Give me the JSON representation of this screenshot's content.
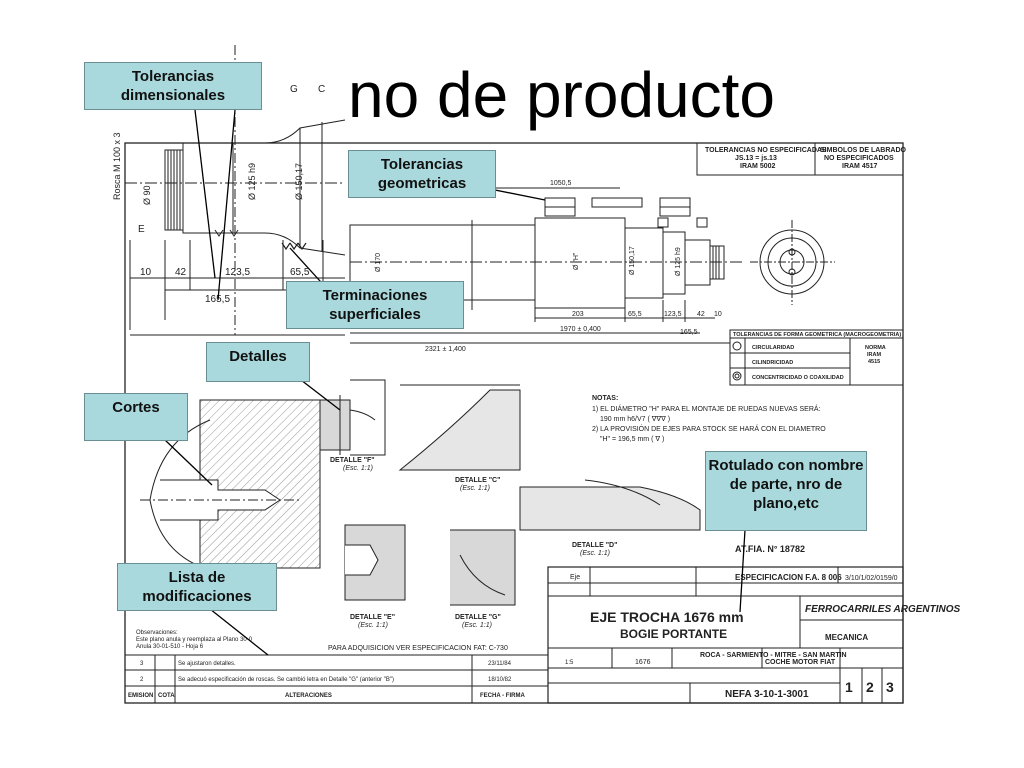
{
  "title": "no de producto",
  "callouts": {
    "dimensional": "Tolerancias dimensionales",
    "geometric": "Tolerancias geometricas",
    "surface": "Terminaciones superficiales",
    "details": "Detalles",
    "cuts": "Cortes",
    "labeling": "Rotulado con nombre de parte, nro de plano,etc",
    "modifications": "Lista de modificaciones"
  },
  "drawing": {
    "top_dims": [
      "10",
      "42",
      "123,5",
      "65,5",
      "165,5"
    ],
    "thread": "Rosca M 100 x 3",
    "section_letters": [
      "G",
      "C",
      "E"
    ],
    "tol_table": {
      "col1": [
        "TOLERANCIAS NO ESPECIFICADAS",
        "JS.13 = js.13",
        "IRAM 5002"
      ],
      "col2": [
        "SIMBOLOS DE LABRADO",
        "NO ESPECIFICADOS",
        "IRAM 4517"
      ]
    },
    "main_dims": [
      "1050,5",
      "1970 ± 0,400",
      "2321 ± 1,400",
      "203",
      "65,5",
      "123,5",
      "42",
      "10",
      "165,5"
    ],
    "geo_table": {
      "title": "TOLERANCIAS DE FORMA GEOMETRICA (MACROGEOMETRIA)",
      "rows": [
        "CIRCULARIDAD",
        "CILINDRICIDAD",
        "CONCENTRICIDAD O COAXILIDAD"
      ],
      "side": [
        "NORMA",
        "IRAM",
        "4515"
      ]
    },
    "notes": [
      "NOTAS:",
      "1) EL DIÁMETRO \"H\" PARA EL MONTAJE DE RUEDAS NUEVAS SERÁ:",
      "190 mm h6/V7 ( ∇∇∇ )",
      "2) LA PROVISIÓN DE EJES PARA STOCK SE HARÁ CON EL DIAMETRO",
      "\"H\" = 196,5 mm ( ∇ )"
    ],
    "details": [
      {
        "title": "DETALLE \"F\"",
        "scale": "(Esc. 1:1)"
      },
      {
        "title": "DETALLE \"C\"",
        "scale": "(Esc. 1:1)"
      },
      {
        "title": "DETALLE \"D\"",
        "scale": "(Esc. 1:1)"
      },
      {
        "title": "DETALLE \"E\"",
        "scale": "(Esc. 1:1)"
      },
      {
        "title": "DETALLE \"G\"",
        "scale": "(Esc. 1:1)"
      }
    ],
    "title_block": {
      "part": "Eje",
      "spec": "ESPECIFICACION F.A. 8 006",
      "plan_ref": "3/10/1/02/0159/0",
      "name1": "EJE TROCHA 1676 mm",
      "name2": "BOGIE PORTANTE",
      "company": "FERROCARRILES ARGENTINOS",
      "area": "MECANICA",
      "scale": "1:5",
      "gauge": "1676",
      "lines": "ROCA - SARMIENTO - MITRE - SAN MARTIN",
      "use": "COCHE MOTOR FIAT",
      "plan_no": "NEFA 3-10-1-3001",
      "sheets": [
        "1",
        "2",
        "3"
      ],
      "fat": "AT.FIA. N° 18782"
    },
    "purchase_note": "PARA ADQUISICION VER ESPECIFICACION FAT: C-730",
    "obs": [
      "Observaciones:",
      "Este plano anula y reemplaza al Plano 30-0",
      "Anula 30-01-510 - Hoja 6"
    ],
    "revisions": [
      {
        "n": "3",
        "text": "Se ajustaron detalles.",
        "date": "23/11/84"
      },
      {
        "n": "2",
        "text": "Se adecuó especificación de roscas. Se cambió letra en Detalle \"G\" (anterior \"B\")",
        "date": "18/10/82"
      }
    ],
    "rev_headers": [
      "EMISION",
      "COTA",
      "ALTERACIONES",
      "FECHA - FIRMA"
    ]
  }
}
